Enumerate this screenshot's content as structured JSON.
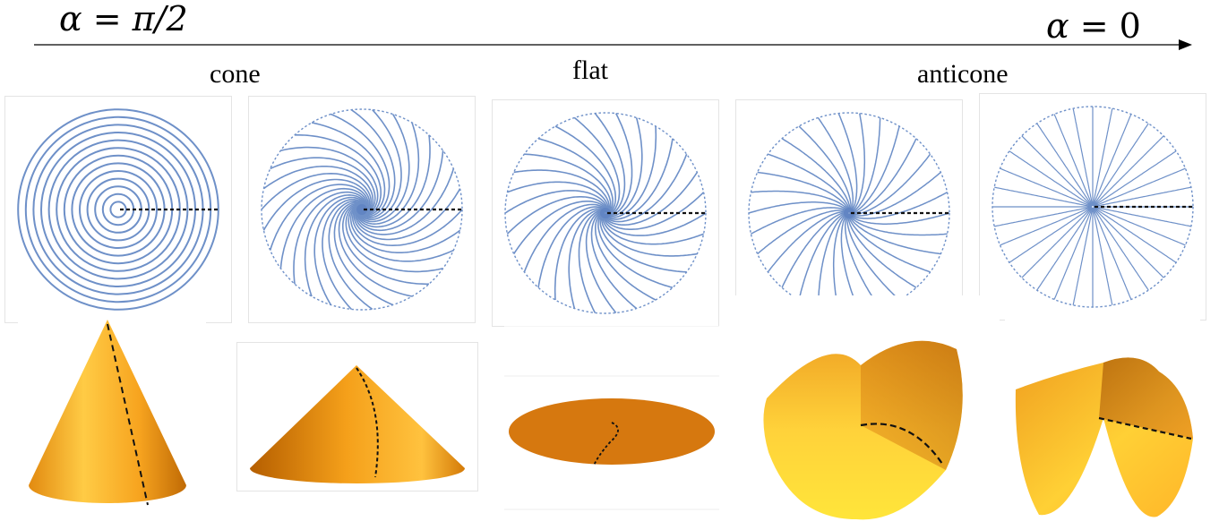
{
  "axis": {
    "left_label": {
      "alpha": "α",
      "eq": " = ",
      "value": "π/2"
    },
    "right_label": {
      "alpha": "α",
      "eq": " = ",
      "value": "0"
    }
  },
  "categories": [
    "cone",
    "flat",
    "anticone"
  ],
  "panels": [
    {
      "name": "concentric-circles",
      "kind": "circles"
    },
    {
      "name": "tight-spiral",
      "kind": "spiral"
    },
    {
      "name": "medium-spiral",
      "kind": "spiral"
    },
    {
      "name": "loose-spiral",
      "kind": "spiral"
    },
    {
      "name": "radial-lines",
      "kind": "radial"
    }
  ],
  "surfaces": [
    {
      "name": "tall-cone",
      "kind": "cone"
    },
    {
      "name": "flat-cone",
      "kind": "cone"
    },
    {
      "name": "flat-disk",
      "kind": "disk"
    },
    {
      "name": "anticone-saddle",
      "kind": "saddle"
    },
    {
      "name": "anticone-saddle-strong",
      "kind": "saddle"
    }
  ],
  "colors": {
    "line_blue": "#6e90c8",
    "center_blue": "#5a7fc0",
    "cone_orange": "#f5a623",
    "cone_dark": "#c46f00",
    "cone_light": "#ffd35a",
    "disk_orange": "#d6780f",
    "dashed": "#111111"
  }
}
